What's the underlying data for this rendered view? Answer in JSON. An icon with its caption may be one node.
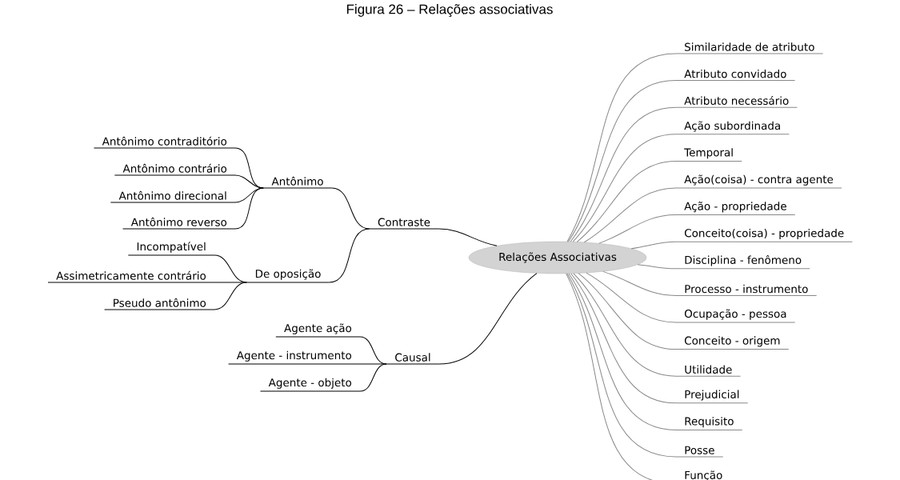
{
  "diagram": {
    "title": "Figura 26 – Relações associativas",
    "nodes": [
      {
        "text": [
          "Relações Associativas"
        ]
      },
      {
        "text": [
          "Similaridade de atributo"
        ]
      },
      {
        "text": [
          "Atributo convidado"
        ]
      },
      {
        "text": [
          "Atributo necessário"
        ]
      },
      {
        "text": [
          "Ação subordinada"
        ]
      },
      {
        "text": [
          "Temporal"
        ]
      },
      {
        "text": [
          "Ação(coisa) - contra agente"
        ]
      },
      {
        "text": [
          "Ação - propriedade"
        ]
      },
      {
        "text": [
          "Conceito(coisa) - propriedade"
        ]
      },
      {
        "text": [
          "Disciplina - fenômeno"
        ]
      },
      {
        "text": [
          "Processo - instrumento"
        ]
      },
      {
        "text": [
          "Ocupação - pessoa"
        ]
      },
      {
        "text": [
          "Conceito - origem"
        ]
      },
      {
        "text": [
          "Utilidade"
        ]
      },
      {
        "text": [
          "Prejudicial"
        ]
      },
      {
        "text": [
          "Requisito"
        ]
      },
      {
        "text": [
          "Posse"
        ]
      },
      {
        "text": [
          "Função"
        ]
      },
      {
        "text": [
          "Contraste"
        ]
      },
      {
        "text": [
          "Antônimo"
        ]
      },
      {
        "text": [
          "Antônimo contraditório"
        ]
      },
      {
        "text": [
          "Antônimo contrário"
        ]
      },
      {
        "text": [
          "Antônimo direcional"
        ]
      },
      {
        "text": [
          "Antônimo reverso"
        ]
      },
      {
        "text": [
          "De oposição"
        ]
      },
      {
        "text": [
          "Incompatível"
        ]
      },
      {
        "text": [
          "Assimetricamente contrário"
        ]
      },
      {
        "text": [
          "Pseudo antônimo"
        ]
      },
      {
        "text": [
          "Causal"
        ]
      },
      {
        "text": [
          "Agente ação"
        ]
      },
      {
        "text": [
          "Agente - instrumento"
        ]
      },
      {
        "text": [
          "Agente - objeto"
        ]
      }
    ],
    "edges": [
      {
        "from": 0,
        "to": 1,
        "arrow": "none"
      },
      {
        "from": 0,
        "to": 2,
        "arrow": "none"
      },
      {
        "from": 0,
        "to": 3,
        "arrow": "none"
      },
      {
        "from": 0,
        "to": 4,
        "arrow": "none"
      },
      {
        "from": 0,
        "to": 5,
        "arrow": "none"
      },
      {
        "from": 0,
        "to": 6,
        "arrow": "none"
      },
      {
        "from": 0,
        "to": 7,
        "arrow": "none"
      },
      {
        "from": 0,
        "to": 8,
        "arrow": "none"
      },
      {
        "from": 0,
        "to": 9,
        "arrow": "none"
      },
      {
        "from": 0,
        "to": 10,
        "arrow": "none"
      },
      {
        "from": 0,
        "to": 11,
        "arrow": "none"
      },
      {
        "from": 0,
        "to": 12,
        "arrow": "none"
      },
      {
        "from": 0,
        "to": 13,
        "arrow": "none"
      },
      {
        "from": 0,
        "to": 14,
        "arrow": "none"
      },
      {
        "from": 0,
        "to": 15,
        "arrow": "none"
      },
      {
        "from": 0,
        "to": 16,
        "arrow": "none"
      },
      {
        "from": 0,
        "to": 17,
        "arrow": "none"
      },
      {
        "from": 0,
        "to": 18,
        "arrow": "none",
        "color": "#000000"
      },
      {
        "from": 18,
        "to": 19,
        "arrow": "none",
        "color": "#000000"
      },
      {
        "from": 19,
        "to": 20,
        "arrow": "none",
        "color": "#000000"
      },
      {
        "from": 19,
        "to": 21,
        "arrow": "none",
        "color": "#000000"
      },
      {
        "from": 19,
        "to": 22,
        "arrow": "none",
        "color": "#000000"
      },
      {
        "from": 19,
        "to": 23,
        "arrow": "none",
        "color": "#000000"
      },
      {
        "from": 18,
        "to": 24,
        "arrow": "none",
        "color": "#000000"
      },
      {
        "from": 24,
        "to": 25,
        "arrow": "none",
        "color": "#000000"
      },
      {
        "from": 24,
        "to": 26,
        "arrow": "none",
        "color": "#000000"
      },
      {
        "from": 24,
        "to": 27,
        "arrow": "none",
        "color": "#000000"
      },
      {
        "from": 0,
        "to": 28,
        "arrow": "none",
        "color": "#000000"
      },
      {
        "from": 28,
        "to": 29,
        "arrow": "none",
        "color": "#000000"
      },
      {
        "from": 28,
        "to": 30,
        "arrow": "none",
        "color": "#000000"
      },
      {
        "from": 28,
        "to": 31,
        "arrow": "none",
        "color": "#000000"
      }
    ]
  }
}
